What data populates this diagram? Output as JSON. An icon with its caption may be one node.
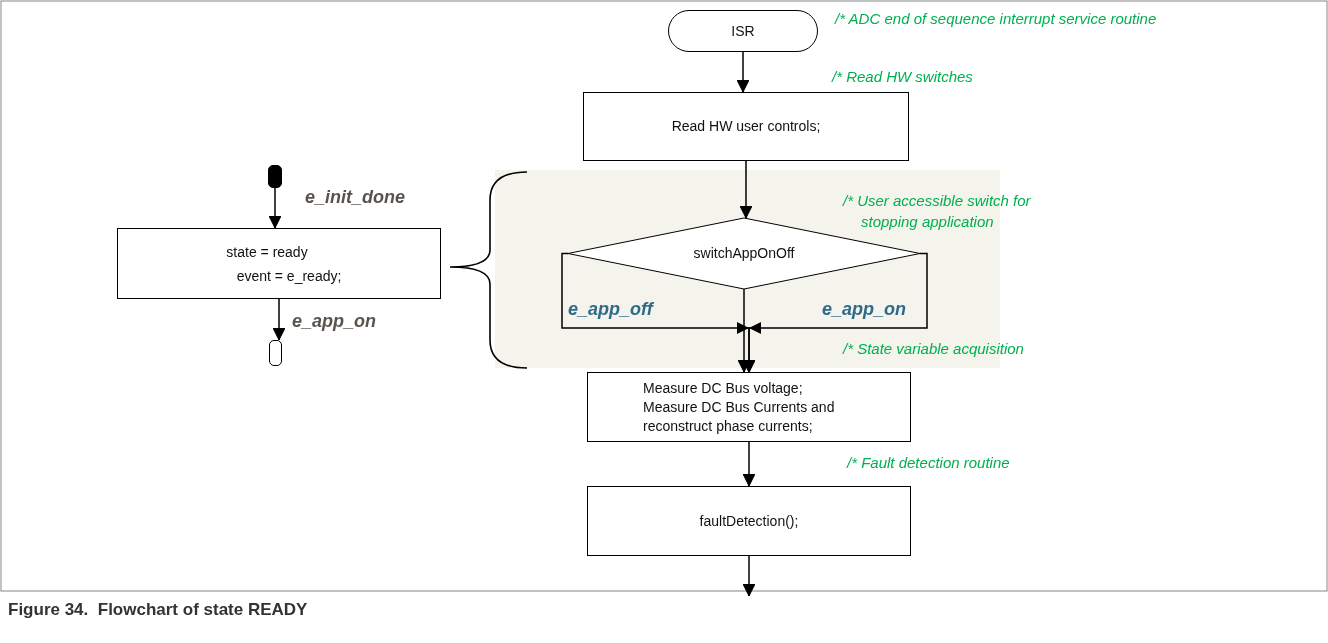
{
  "diagram": {
    "caption": "Figure 34.  Flowchart of state READY",
    "nodes": [
      {
        "text": [],
        "shape": "box"
      },
      {
        "text": [
          "state = ready",
          "event = e_ready;"
        ]
      },
      {
        "text": [],
        "shape": "box"
      },
      {
        "text": [
          "ISR"
        ]
      },
      {
        "text": [
          "Read HW user controls;"
        ]
      },
      {
        "text": [],
        "shape": "band"
      },
      {
        "text": [
          "switchAppOnOff"
        ],
        "in": 5
      },
      {
        "text": [
          "Measure DC Bus voltage; Measure DC Bus Currents and reconstruct phase currents;"
        ]
      },
      {
        "text": [
          "faultDetection();"
        ]
      }
    ],
    "edges": [
      {
        "from": 0,
        "to": 1,
        "arrow": "to",
        "label": "e_init_done"
      },
      {
        "from": 1,
        "to": 2,
        "arrow": "to",
        "label": "e_app_on"
      },
      {
        "from": 3,
        "to": 4,
        "arrow": "to"
      },
      {
        "from": 4,
        "to": 6,
        "arrow": "to"
      },
      {
        "from": 6,
        "to": 7,
        "arrow": "to",
        "label": "e_app_off"
      },
      {
        "from": 6,
        "to": 7,
        "arrow": "to",
        "label": "e_app_on"
      },
      {
        "from": 6,
        "to": 7,
        "arrow": "to"
      },
      {
        "from": 7,
        "to": 8,
        "arrow": "to"
      },
      {
        "from": 8,
        "to": null,
        "arrow": "to"
      }
    ],
    "labels": [
      "/* ADC end of sequence interrupt service routine",
      "/* Read HW switches",
      "/* User accessible switch for stopping application",
      "/* State variable acquisition",
      "/* Fault detection routine"
    ]
  }
}
